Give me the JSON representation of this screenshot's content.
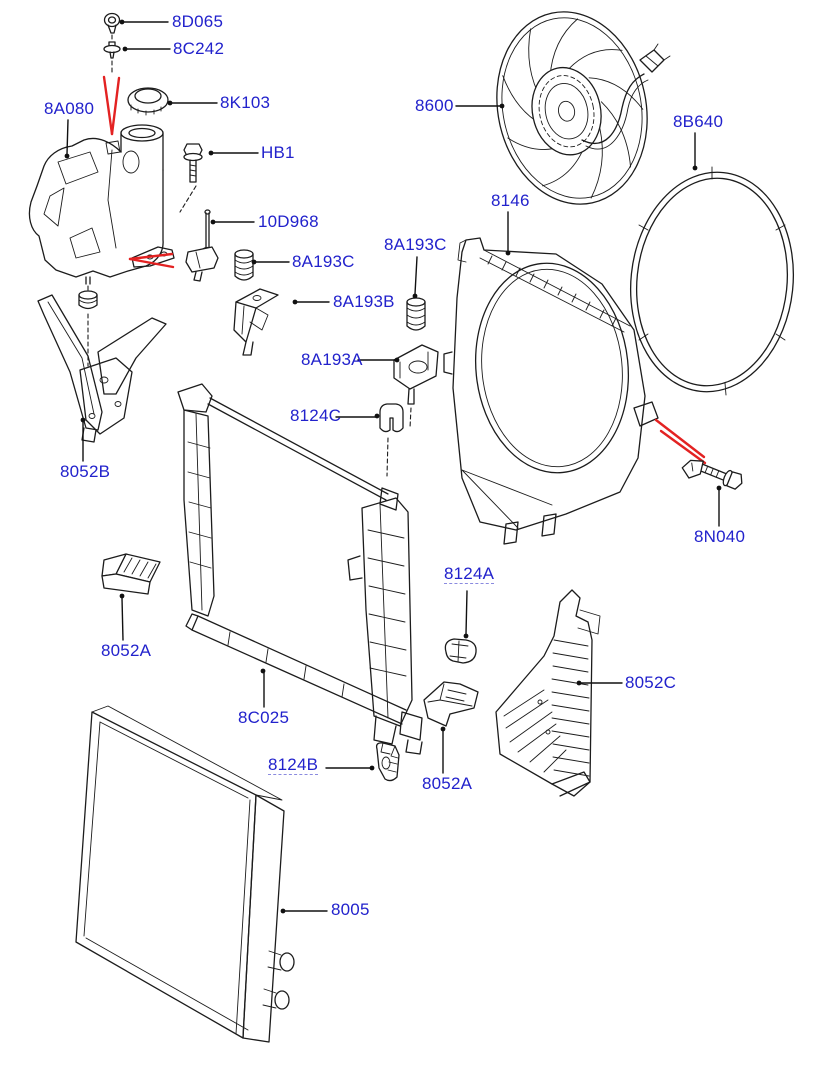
{
  "diagram": {
    "subject": "exploded-parts-diagram",
    "colors": {
      "label_text": "#2222cc",
      "line_art": "#1c1c1c",
      "pointer_arrow": "#e32222",
      "background": "#ffffff"
    },
    "labels": {
      "d065": "8D065",
      "c242": "8C242",
      "a080": "8A080",
      "k103": "8K103",
      "hb1": "HB1",
      "d968": "10D968",
      "a193c_left": "8A193C",
      "a193c_right": "8A193C",
      "a193b": "8A193B",
      "a193a": "8A193A",
      "c8124c": "8124C",
      "b8052b": "8052B",
      "fan8600": "8600",
      "ring8b640": "8B640",
      "shroud8146": "8146",
      "n8040": "8N040",
      "c8124a": "8124A",
      "b8052c": "8052C",
      "a8052a_right": "8052A",
      "c8124b": "8124B",
      "a8052a_left": "8052A",
      "frame8c025": "8C025",
      "rad8005": "8005"
    }
  }
}
